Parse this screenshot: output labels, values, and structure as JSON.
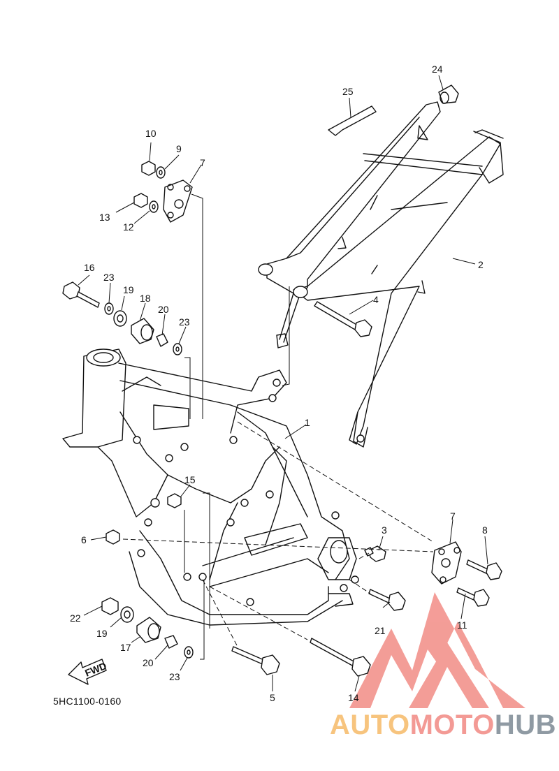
{
  "diagram": {
    "code": "5HC1100-0160",
    "fwd_label": "FWD",
    "callouts": [
      "1",
      "2",
      "3",
      "4",
      "5",
      "6",
      "7",
      "7",
      "8",
      "9",
      "10",
      "11",
      "12",
      "13",
      "14",
      "15",
      "16",
      "17",
      "18",
      "19",
      "19",
      "20",
      "20",
      "21",
      "22",
      "23",
      "23",
      "23",
      "24",
      "25"
    ]
  },
  "watermark": {
    "part1": "AUTO",
    "part2": "MOTO",
    "part3": "HUB",
    "colors": {
      "part1": "#f7c47e",
      "part2": "#f39a95",
      "part3": "#8f9aa3",
      "logo": "#f28c86"
    }
  }
}
